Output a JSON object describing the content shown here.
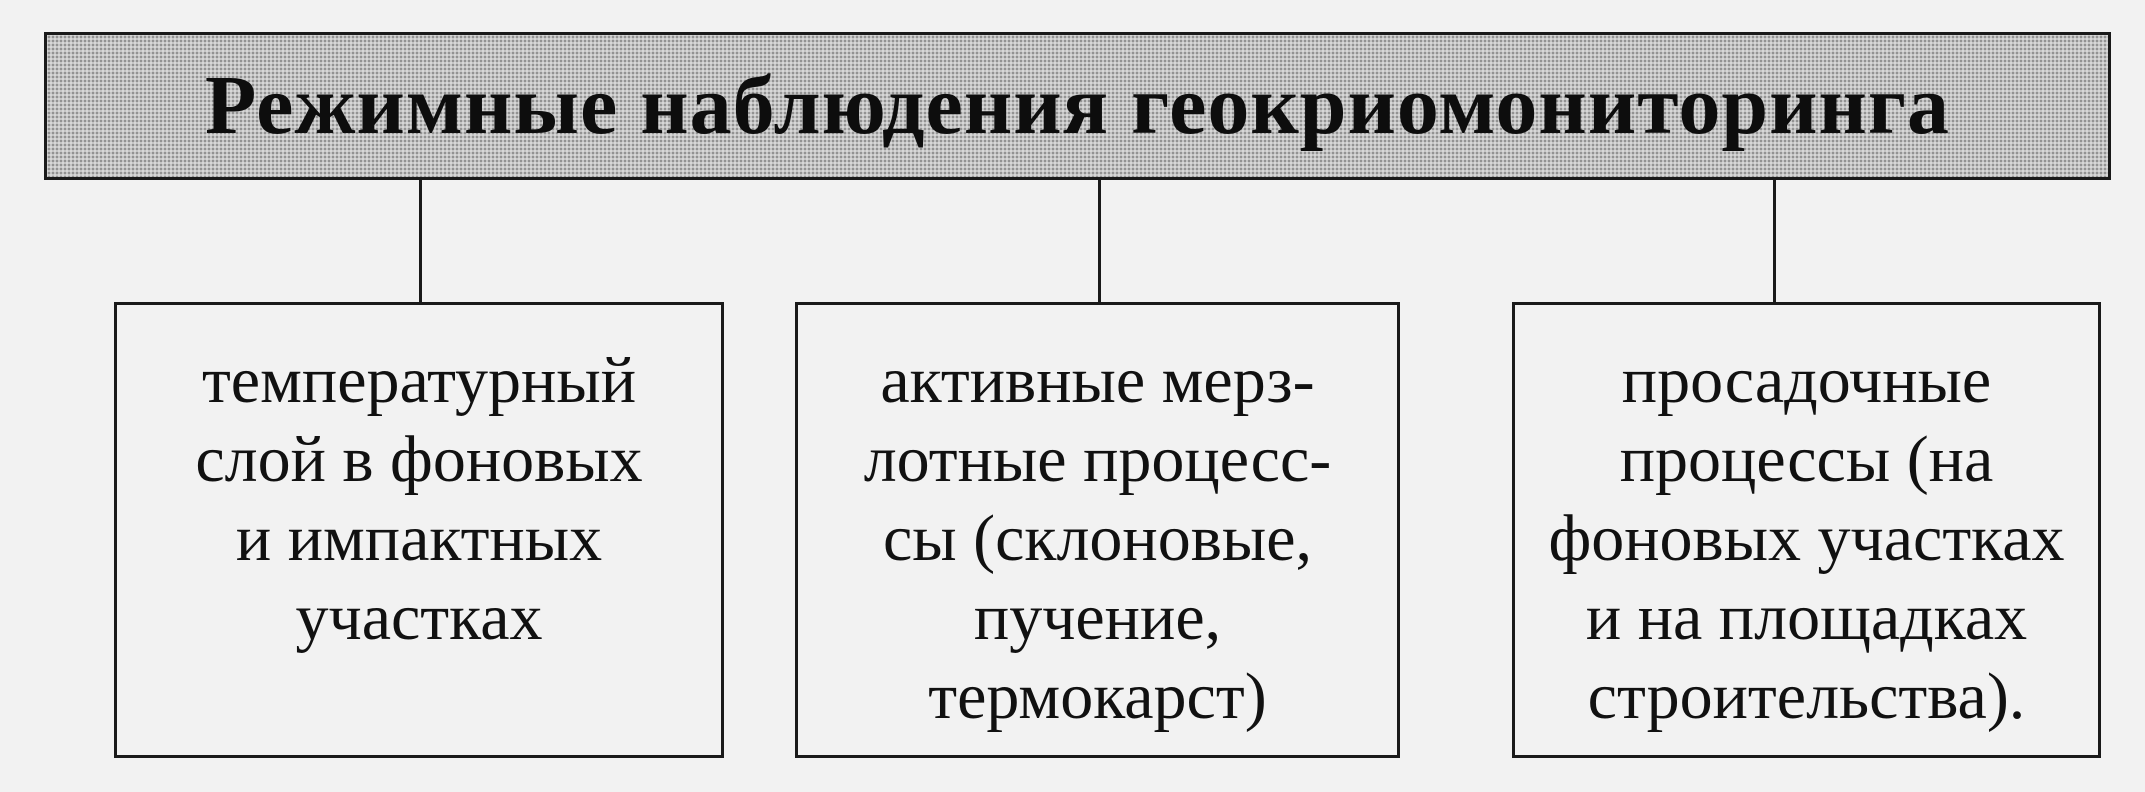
{
  "title": "Режимные наблюдения геокриомониторинга",
  "boxes": [
    {
      "lines": [
        "температурный",
        "слой в фоновых",
        "и импактных",
        "участках"
      ]
    },
    {
      "lines": [
        "активные мерз-",
        "лотные процесс-",
        "сы (склоновые,",
        "пучение,",
        "термокарст)"
      ]
    },
    {
      "lines": [
        "просадочные",
        "процессы (на",
        "фоновых участках",
        "и на площадках",
        "строительства)."
      ]
    }
  ]
}
